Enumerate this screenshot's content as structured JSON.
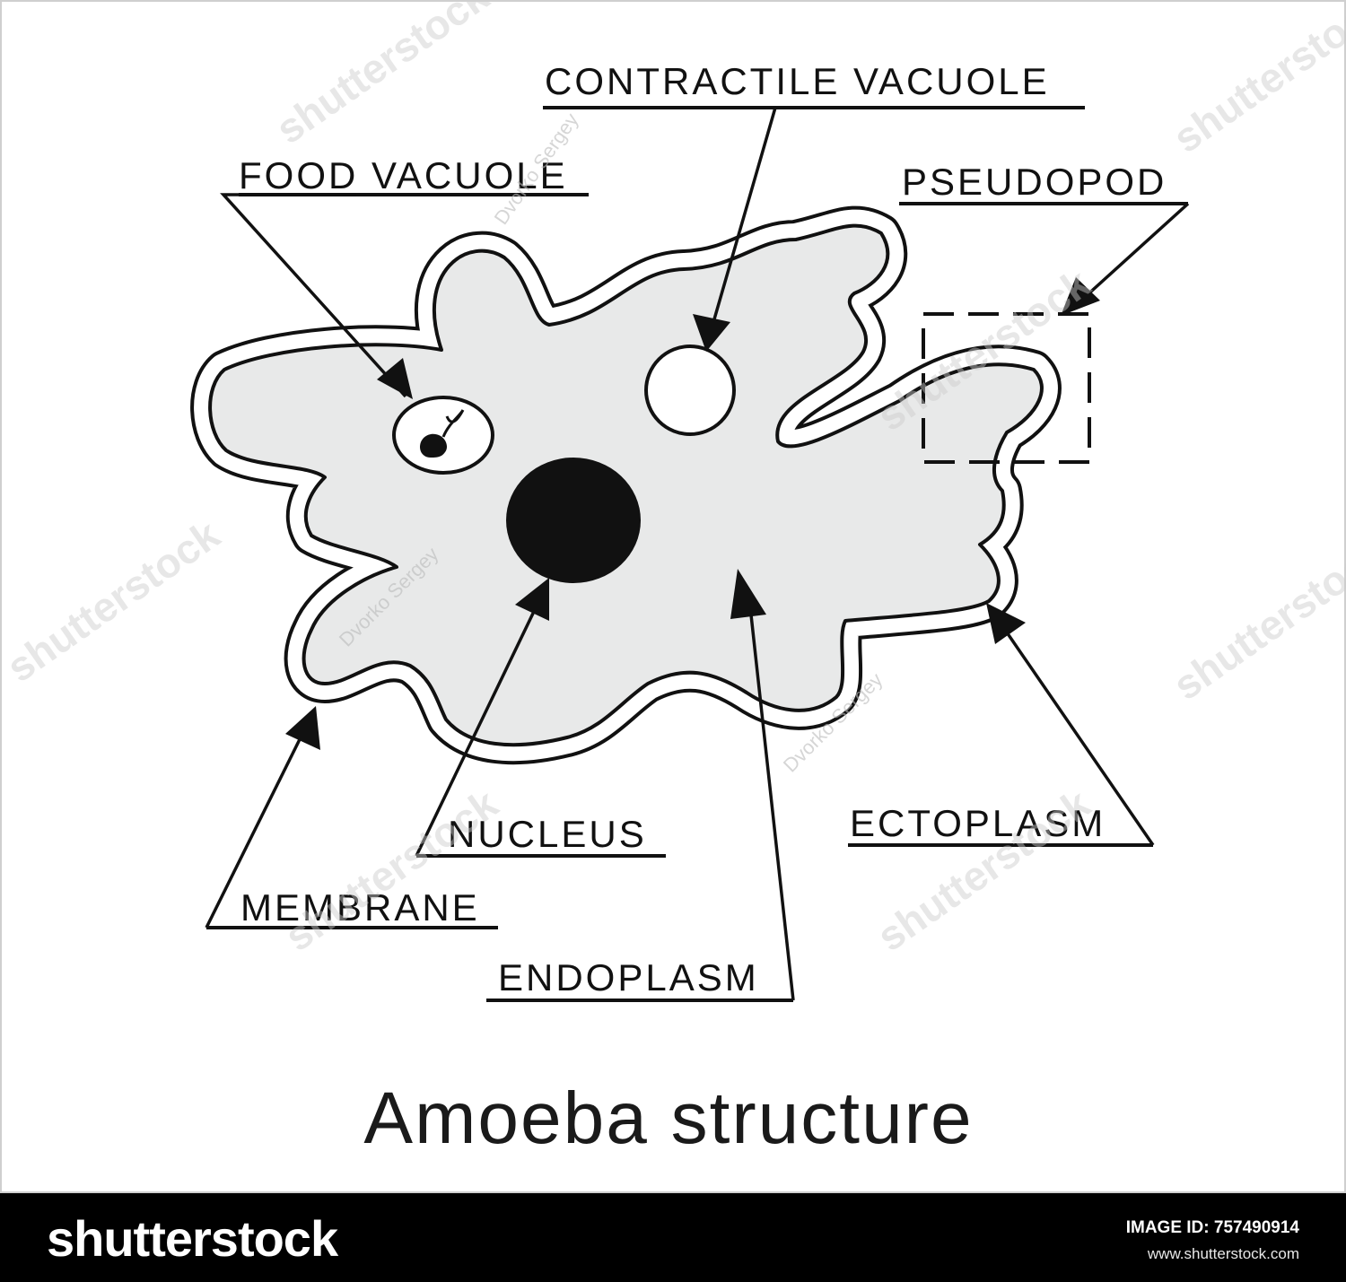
{
  "diagram": {
    "title": "Amoeba structure",
    "labels": {
      "contractile_vacuole": "CONTRACTILE VACUOLE",
      "food_vacuole": "FOOD VACUOLE",
      "pseudopod": "PSEUDOPOD",
      "nucleus": "NUCLEUS",
      "membrane": "MEMBRANE",
      "endoplasm": "ENDOPLASM",
      "ectoplasm": "ECTOPLASM"
    },
    "watermark": {
      "text": "shutterstock",
      "author": "Dvorko Sergey"
    },
    "colors": {
      "outline": "#111111",
      "cytoplasm": "#e8e9e9",
      "nucleus": "#111111",
      "background": "#ffffff"
    }
  },
  "footer": {
    "brand": "shutterstock",
    "image_id_label": "IMAGE ID:",
    "image_id": "757490914",
    "site": "www.shutterstock.com",
    "background": "#000000"
  }
}
